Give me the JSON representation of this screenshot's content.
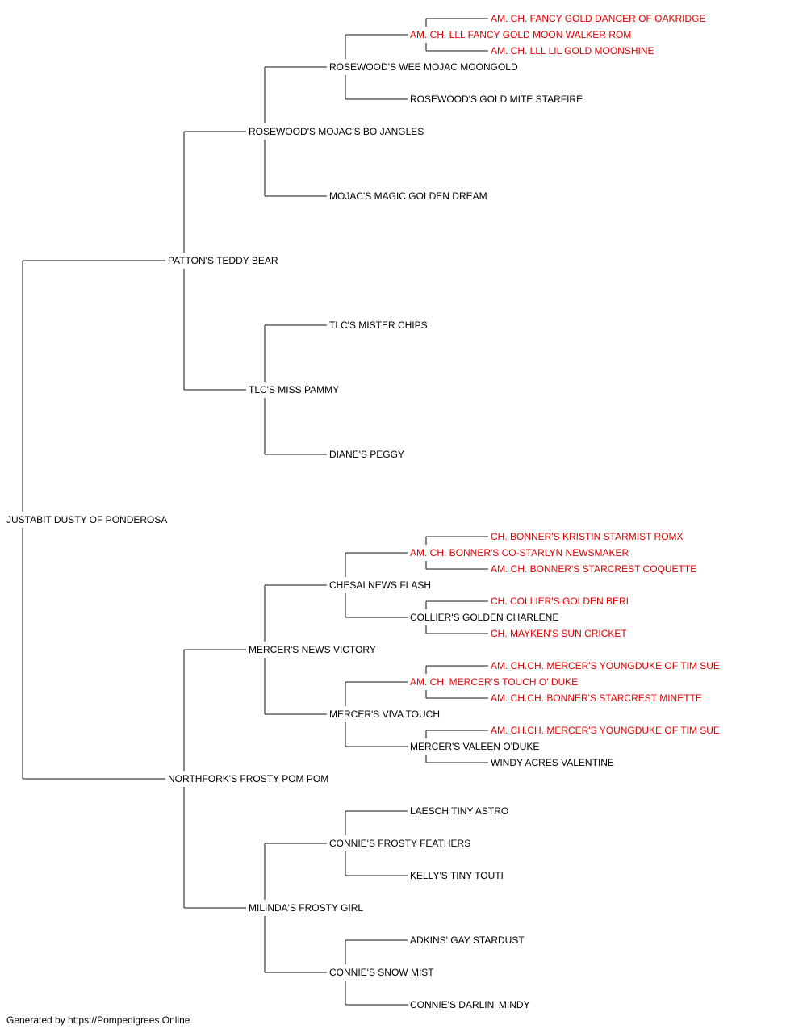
{
  "pedigree": {
    "name": "JUSTABIT DUSTY OF PONDEROSA",
    "sire": {
      "name": "PATTON'S TEDDY BEAR",
      "sire": {
        "name": "ROSEWOOD'S MOJAC'S BO JANGLES",
        "sire": {
          "name": "ROSEWOOD'S WEE MOJAC MOONGOLD",
          "sire": {
            "name": "AM. CH. LLL FANCY GOLD MOON WALKER ROM",
            "champion": true,
            "sire": {
              "name": "AM. CH. FANCY GOLD DANCER OF OAKRIDGE",
              "champion": true
            },
            "dam": {
              "name": "AM. CH. LLL LIL GOLD MOONSHINE",
              "champion": true
            }
          },
          "dam": {
            "name": "ROSEWOOD'S GOLD MITE STARFIRE"
          }
        },
        "dam": {
          "name": "MOJAC'S MAGIC GOLDEN DREAM"
        }
      },
      "dam": {
        "name": "TLC'S MISS PAMMY",
        "sire": {
          "name": "TLC'S MISTER CHIPS"
        },
        "dam": {
          "name": "DIANE'S PEGGY"
        }
      }
    },
    "dam": {
      "name": "NORTHFORK'S FROSTY POM POM",
      "sire": {
        "name": "MERCER'S NEWS VICTORY",
        "sire": {
          "name": "CHESAI NEWS FLASH",
          "sire": {
            "name": "AM. CH. BONNER'S CO-STARLYN NEWSMAKER",
            "champion": true,
            "sire": {
              "name": "CH. BONNER'S KRISTIN STARMIST ROMX",
              "champion": true
            },
            "dam": {
              "name": "AM. CH. BONNER'S STARCREST COQUETTE",
              "champion": true
            }
          },
          "dam": {
            "name": "COLLIER'S GOLDEN CHARLENE",
            "sire": {
              "name": "CH. COLLIER'S GOLDEN BERI",
              "champion": true
            },
            "dam": {
              "name": "CH. MAYKEN'S SUN CRICKET",
              "champion": true
            }
          }
        },
        "dam": {
          "name": "MERCER'S VIVA TOUCH",
          "sire": {
            "name": "AM. CH. MERCER'S TOUCH O' DUKE",
            "champion": true,
            "sire": {
              "name": "AM. CH.CH. MERCER'S YOUNGDUKE OF TIM SUE",
              "champion": true
            },
            "dam": {
              "name": "AM. CH.CH. BONNER'S STARCREST MINETTE",
              "champion": true
            }
          },
          "dam": {
            "name": "MERCER'S VALEEN O'DUKE",
            "sire": {
              "name": "AM. CH.CH. MERCER'S YOUNGDUKE OF TIM SUE",
              "champion": true
            },
            "dam": {
              "name": "WINDY ACRES VALENTINE"
            }
          }
        }
      },
      "dam": {
        "name": "MILINDA'S FROSTY GIRL",
        "sire": {
          "name": "CONNIE'S FROSTY FEATHERS",
          "sire": {
            "name": "LAESCH TINY ASTRO"
          },
          "dam": {
            "name": "KELLY'S TINY TOUTI"
          }
        },
        "dam": {
          "name": "CONNIE'S SNOW MIST",
          "sire": {
            "name": "ADKINS' GAY STARDUST"
          },
          "dam": {
            "name": "CONNIE'S DARLIN' MINDY"
          }
        }
      }
    }
  },
  "colors": {
    "champion": "#e00000",
    "regular": "#000000",
    "line": "#444444"
  },
  "footer": "Generated by https://Pompedigrees.Online"
}
